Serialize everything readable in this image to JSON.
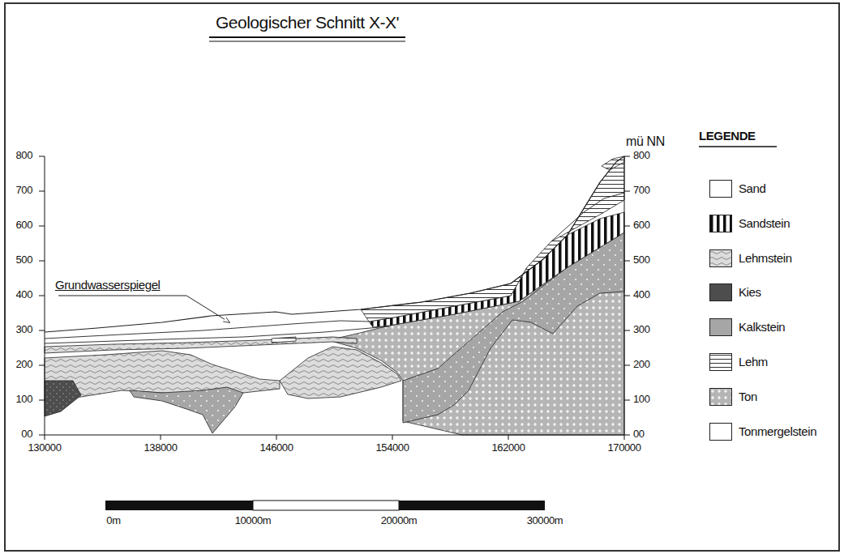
{
  "diagram": {
    "title": "Geologischer Schnitt X-X'",
    "labels": [
      "mü NN",
      "LEGENDE",
      "Grundwasserspiegel",
      "800",
      "700",
      "600",
      "500",
      "400",
      "300",
      "200",
      "100",
      "00",
      "800",
      "700",
      "600",
      "500",
      "400",
      "300",
      "200",
      "100",
      "00",
      "130000",
      "138000",
      "146000",
      "154000",
      "162000",
      "170000",
      "0m",
      "10000m",
      "20000m",
      "30000m"
    ],
    "legend": [
      {
        "text": "Sand",
        "color": "#ffffff"
      },
      {
        "text": "Sandstein"
      },
      {
        "text": "Lehmstein"
      },
      {
        "text": "Kies",
        "color": "#4d4d4d"
      },
      {
        "text": "Kalkstein",
        "color": "#a6a6a6"
      },
      {
        "text": "Lehm"
      },
      {
        "text": "Ton"
      },
      {
        "text": "Tonmergelstein",
        "color": "#ffffff"
      }
    ]
  }
}
